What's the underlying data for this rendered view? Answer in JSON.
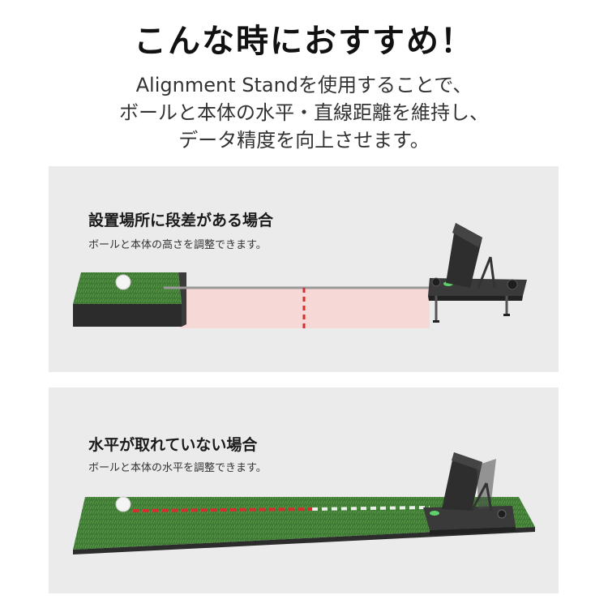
{
  "header": {
    "title": "こんな時におすすめ！",
    "lines": [
      "Alignment Standを使用することで、",
      "ボールと本体の水平・直線距離を維持し、",
      "データ精度を向上させます。"
    ]
  },
  "cases": [
    {
      "title": "設置場所に段差がある場合",
      "description": "ボールと本体の高さを調整できます。"
    },
    {
      "title": "水平が取れていない場合",
      "description": "ボールと本体の水平を調整できます。"
    }
  ],
  "colors": {
    "panel_bg": "#ebebeb",
    "turf": "#3f7a35",
    "turf_side": "#2c2c2c",
    "guide_red": "#d32f2f",
    "gap_tint": "#f6d8d6",
    "device": "#3a3a3a"
  }
}
